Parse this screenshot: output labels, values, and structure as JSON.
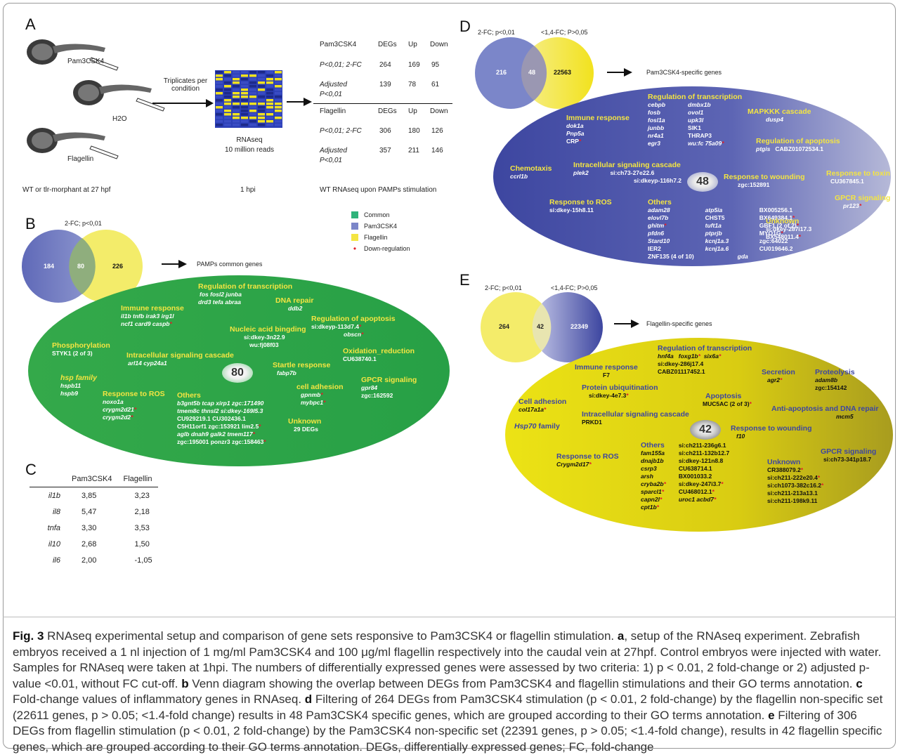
{
  "figure": {
    "panels": {
      "a": "A",
      "b": "B",
      "c": "C",
      "d": "D",
      "e": "E"
    },
    "panelA": {
      "embryos": [
        "Pam3CSK4",
        "H2O",
        "Flagellin"
      ],
      "triplicates": "Triplicates per condition",
      "rnaseq_title": "RNAseq",
      "rnaseq_reads": "10 million reads",
      "bottom": {
        "left": "WT or tlr-morphant at 27 hpf",
        "mid": "1 hpi",
        "right": "WT RNAseq upon PAMPs stimulation"
      },
      "table": {
        "cols": [
          "DEGs",
          "Up",
          "Down"
        ],
        "pam": {
          "label": "Pam3CSK4",
          "rows": [
            {
              "crit": "P<0,01; 2-FC",
              "degs": "264",
              "up": "169",
              "down": "95"
            },
            {
              "crit1": "Adjusted",
              "crit2": "P<0,01",
              "degs": "139",
              "up": "78",
              "down": "61"
            }
          ]
        },
        "fla": {
          "label": "Flagellin",
          "rows": [
            {
              "crit": "P<0,01; 2-FC",
              "degs": "306",
              "up": "180",
              "down": "126"
            },
            {
              "crit1": "Adjusted",
              "crit2": "P<0,01",
              "degs": "357",
              "up": "211",
              "down": "146"
            }
          ]
        }
      }
    },
    "legend": {
      "items": [
        {
          "label": "Common",
          "color": "#2fb37a"
        },
        {
          "label": "Pam3CSK4",
          "color": "#7b86c9"
        },
        {
          "label": "Flagellin",
          "color": "#f4e542"
        },
        {
          "label": "Down-regulation",
          "color": "#e0202a"
        }
      ]
    },
    "panelB": {
      "venn_title": "2-FC; p<0,01",
      "left": "184",
      "center": "80",
      "right": "226",
      "arrow_label": "PAMPs common genes",
      "center_count": "80",
      "groups": {
        "transcription": {
          "title": "Regulation of transcription",
          "l1": "fos fosl2 junba",
          "l2": "drd3 tefa abraa"
        },
        "immune": {
          "title": "Immune response",
          "l1": "il1b tnfb  irak3 irg1l",
          "l2": "ncf1  card9  caspb"
        },
        "dna": {
          "title": "DNA repair",
          "l1": "ddb2"
        },
        "apoptosis": {
          "title": "Regulation of apoptosis",
          "l1": "si:dkeyp-113d7.4",
          "l2": "obscn"
        },
        "nucleic": {
          "title": "Nucleic acid bingding",
          "l1": "si:dkey-3n22.9",
          "l2": "wu:fj08f03"
        },
        "phospho": {
          "title": "Phosphorylation",
          "l1": "STYK1 (2 of 3)"
        },
        "intracell": {
          "title": "Intracellular signaling cascade",
          "l1": "arl14 cyp24a1"
        },
        "oxidation": {
          "title": "Oxidation_reduction",
          "l1": "CU638740.1"
        },
        "hsp": {
          "title": "hsp family",
          "l1": "hspb11",
          "l2": "hspb9"
        },
        "startle": {
          "title": "Startle response",
          "l1": "fabp7b"
        },
        "ros": {
          "title": "Response to ROS",
          "l1": "noxo1a",
          "l2": "crygm2d21",
          "l3": "crygm2d2"
        },
        "adhesion": {
          "title": "cell adhesion",
          "l1": "gpnmb",
          "l2": "mybpc1"
        },
        "gpcr": {
          "title": "GPCR signaling",
          "l1": "gpr84",
          "l2": "zgc:162592"
        },
        "others": {
          "title": "Others",
          "l1": "b3gnt5b tcap xirp1 zgc:171490",
          "l2": "tmem8c thnsl2 si:dkey-169l5.3",
          "l3": "CU929219.1  CU302436.1",
          "l4": "C5H11orf1 zgc:153921 lim2.5",
          "l5": "aglb   dnah9   galk2   tmem117",
          "l6": "zgc:195001   ponzr3   zgc:158463"
        },
        "unknown": {
          "title": "Unknown",
          "l1": "29 DEGs"
        }
      }
    },
    "panelC": {
      "header": [
        "Pam3CSK4",
        "Flagellin"
      ],
      "rows": [
        {
          "gene": "il1b",
          "pam": "3,85",
          "fla": "3,23"
        },
        {
          "gene": "il8",
          "pam": "5,47",
          "fla": "2,18"
        },
        {
          "gene": "tnfa",
          "pam": "3,30",
          "fla": "3,53"
        },
        {
          "gene": "il10",
          "pam": "2,68",
          "fla": "1,50"
        },
        {
          "gene": "il6",
          "pam": "2,00",
          "fla": "-1,05"
        }
      ]
    },
    "panelD": {
      "venn_t1": "2-FC; p<0,01",
      "venn_t2": "<1,4-FC; P>0,05",
      "left": "216",
      "center": "48",
      "right": "22563",
      "arrow_label": "Pam3CSK4-specific genes",
      "center_count": "48",
      "groups": {
        "immune": {
          "title": "Immune response",
          "l1": "dok1a",
          "l2": "Pnp5a",
          "l3": "CRP"
        },
        "transcription": {
          "title": "Regulation of transcription",
          "c1": [
            "cebpb",
            "fosb",
            "fosl1a",
            "junbb",
            "nr4a1",
            "egr3"
          ],
          "c2": [
            "dmbx1b",
            "ovol1",
            "upk3l",
            "SIK1",
            "THRAP3",
            "wu:fc 75a09"
          ]
        },
        "mapkkk": {
          "title": "MAPKKK cascade",
          "l1": "dusp4"
        },
        "apoptosis": {
          "title": "Regulation of apoptosis",
          "l1": "ptgis",
          "l2": "CABZ01072534.1"
        },
        "chemotaxis": {
          "title": "Chemotaxis",
          "l1": "ccrl1b"
        },
        "intracell": {
          "title": "Intracellular signaling cascade",
          "l1": "plek2",
          "l2": "si:ch73-27e22.6",
          "l3": "si:dkeyp-116h7.2"
        },
        "wounding": {
          "title": "Response to wounding",
          "l1": "zgc:152891"
        },
        "toxin": {
          "title": "Response to toxin",
          "l1": "CU367845.1"
        },
        "ros": {
          "title": "Response to ROS",
          "l1": "si:dkey-15h8.11"
        },
        "gpcr": {
          "title": "GPCR signaling",
          "l1": "pr123"
        },
        "others": {
          "title": "Others",
          "c1": [
            "adam28",
            "elovl7b",
            "ghitm",
            "pfdn6",
            "Stard10",
            "IER2",
            "ZNF135 (4 of 10)"
          ],
          "c2": [
            "atp5ia",
            "CHST5",
            "tuft1a",
            "ptprjb",
            "kcnj1a.3",
            "kcnj1a.6",
            "gda"
          ],
          "c3": [
            "BX005256.1",
            "BX649384.1",
            "GBF1 (2 of 2)",
            "MYO1G",
            "zgc:64022",
            "CU019646.2"
          ]
        },
        "unknown": {
          "title": "Unknown",
          "l1": "si:dkey-287i17.3",
          "l2": "BX548011.4"
        }
      }
    },
    "panelE": {
      "venn_t1": "2-FC; p<0,01",
      "venn_t2": "<1,4-FC; P>0,05",
      "left": "264",
      "center": "42",
      "right": "22349",
      "arrow_label": "Flagellin-specific genes",
      "center_count": "42",
      "groups": {
        "transcription": {
          "title": "Regulation of transcription",
          "l1a": "hnf4a",
          "l1b": "foxg1b",
          "l1c": "six6a",
          "l2": "si:dkey-286j17.4",
          "l3": "CABZ01117452.1"
        },
        "immune": {
          "title": "Immune response",
          "l1": "F7"
        },
        "secretion": {
          "title": "Secretion",
          "l1": "agr2"
        },
        "proteolysis": {
          "title": "Proteolysis",
          "l1": "adam8b",
          "l2": "zgc:154142"
        },
        "ubiq": {
          "title": "Protein ubiquitination",
          "l1": "si:dkey-4e7.3"
        },
        "adhesion": {
          "title": "Cell adhesion",
          "l1": "col17a1a"
        },
        "apoptosis": {
          "title": "Apoptosis",
          "l1": "MUC5AC (2 of 3)"
        },
        "antiapop": {
          "title": "Anti-apoptosis and DNA repair",
          "l1": "mcm5"
        },
        "hsp70": {
          "title": "Hsp70 family"
        },
        "intracell": {
          "title": "Intracellular signaling cascade",
          "l1": "PRKD1"
        },
        "wounding": {
          "title": "Response to wounding",
          "l1": "f10"
        },
        "ros": {
          "title": "Response to ROS",
          "l1": "Crygm2d17"
        },
        "others": {
          "title": "Others",
          "c1": [
            "fam155a",
            "dnajb1b",
            "csrp3",
            "arsh",
            "cryba2b",
            "sparcl1",
            "capn2l",
            "cpt1b"
          ],
          "c2": [
            "si:ch211-236g6.1",
            "si:ch211-132b12.7",
            "si:dkey-121n8.8",
            "CU638714.1",
            "BX001033.2",
            "si:dkey-247i3.7",
            "CU468012.1",
            "uroc1      acbd7"
          ]
        },
        "unknown": {
          "title": "Unknown",
          "l1": "CR388079.2",
          "l2": "si:ch211-222e20.4",
          "l3": "si:ch1073-382c16.2",
          "l4": "si:ch211-213a13.1",
          "l5": "si:ch211-198k9.11"
        },
        "gpcr": {
          "title": "GPCR signaling",
          "l1": "si:ch73-341p18.7"
        }
      }
    }
  },
  "caption": {
    "fig": "Fig. 3",
    "title": "RNAseq experimental setup and comparison of gene sets responsive to Pam3CSK4 or flagellin stimulation.",
    "a": "a",
    "a_text": ", setup of the RNAseq experiment. Zebrafish embryos received a 1 nl injection of 1 mg/ml Pam3CSK4 and 100 μg/ml flagellin respectively into the caudal vein at 27hpf. Control embryos were injected with water. Samples for RNAseq were taken at 1hpi. The numbers of differentially expressed genes were assessed by two criteria: 1) p < 0.01, 2 fold-change or 2) adjusted p-value <0.01, without FC cut-off.",
    "b": "b",
    "b_text": " Venn diagram showing the overlap between DEGs from Pam3CSK4 and flagellin stimulations and their GO terms annotation.",
    "c": "c",
    "c_text": " Fold-change values of inflammatory genes in RNAseq.",
    "d": "d",
    "d_text": " Filtering of 264 DEGs from Pam3CSK4 stimulation (p < 0.01, 2 fold-change) by the flagellin non-specific set (22611 genes, p > 0.05; <1.4-fold change) results in 48 Pam3CSK4 specific genes, which are grouped according to their GO terms annotation.",
    "e": "e",
    "e_text": " Filtering of 306 DEGs from flagellin stimulation (p < 0.01, 2 fold-change) by the Pam3CSK4 non-specific set (22391 genes, p > 0.05; <1.4-fold change), results in 42 flagellin specific genes, which are grouped according to their GO terms annotation. DEGs, differentially expressed genes; FC, fold-change"
  }
}
